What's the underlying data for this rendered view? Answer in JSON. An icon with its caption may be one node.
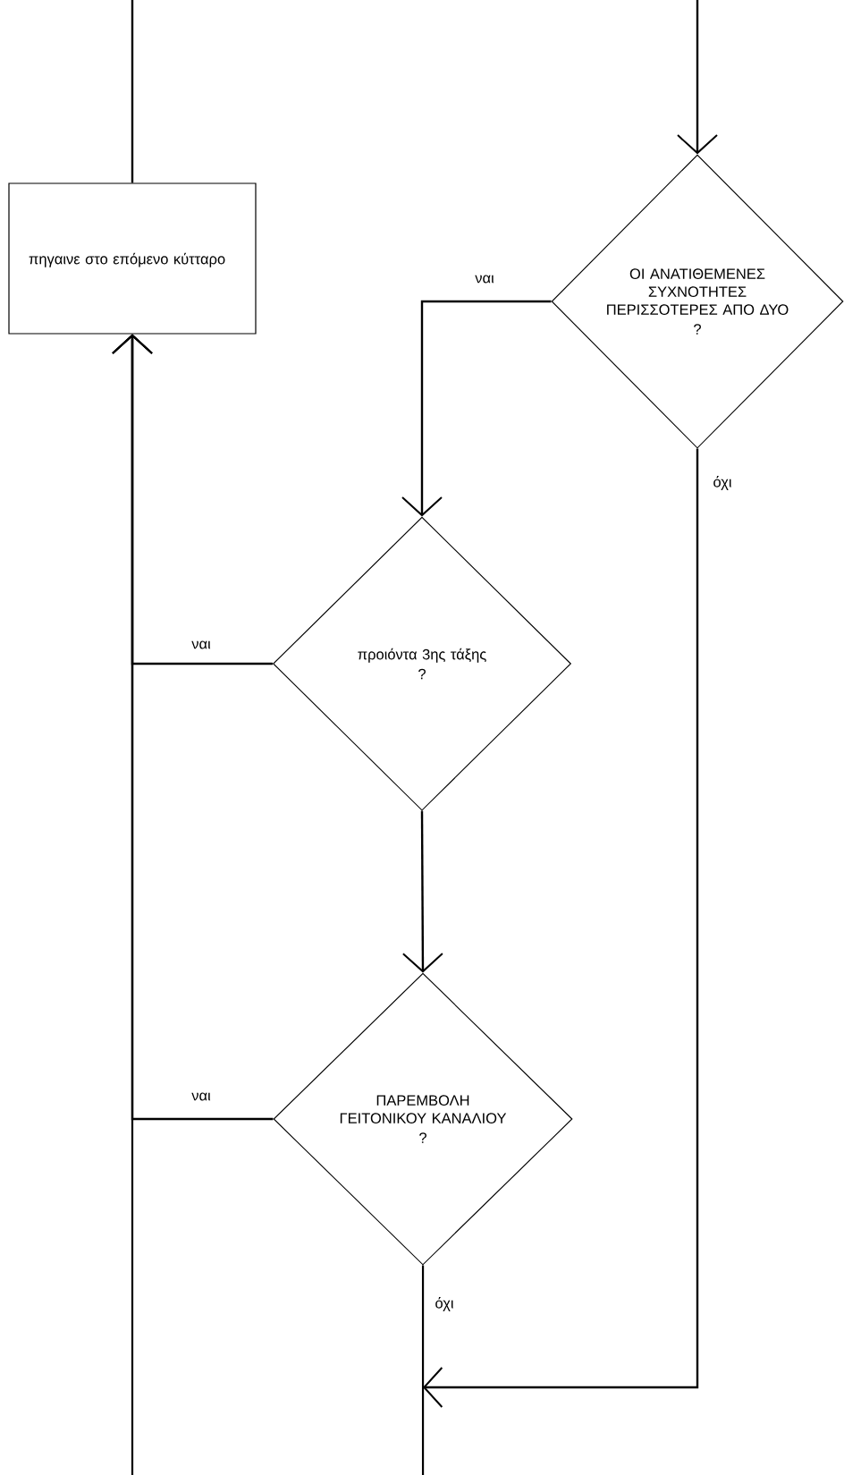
{
  "diagram": {
    "nodes": [
      {
        "text": [
          "πηγαινε στο επόμενο κύτταρο"
        ]
      },
      {
        "text": [
          "ΟΙ ΑΝΑΤΙΘΕΜΕΝΕΣ ΣΥΧΝΟΤΗΤΕΣ ΠΕΡΙΣΣΟΤΕΡΕΣ ΑΠΟ ΔΥΟ",
          "?"
        ]
      },
      {
        "text": [
          "προιόντα 3ης τάξης",
          "?"
        ]
      },
      {
        "text": [
          "ΠΑΡΕΜΒΟΛΗ ΓΕΙΤΟΝΙΚΟΥ ΚΑΝΑΛΙΟΥ",
          "?"
        ]
      }
    ],
    "edges": [
      {
        "from": null,
        "to": 0,
        "arrow": "none"
      },
      {
        "from": null,
        "to": 1,
        "arrow": "to"
      },
      {
        "from": 1,
        "to": 2,
        "arrow": "to",
        "label": "ναι"
      },
      {
        "from": 2,
        "to": 3,
        "arrow": "to"
      },
      {
        "from": 2,
        "to": 0,
        "arrow": "to",
        "label": "ναι"
      },
      {
        "from": 3,
        "to": 0,
        "arrow": "to",
        "label": "ναι"
      },
      {
        "from": 1,
        "to": null,
        "arrow": "to",
        "label": "όχι"
      },
      {
        "from": 3,
        "to": null,
        "arrow": "none",
        "label": "όχι"
      },
      {
        "from": null,
        "to": 0,
        "arrow": "to"
      }
    ]
  }
}
